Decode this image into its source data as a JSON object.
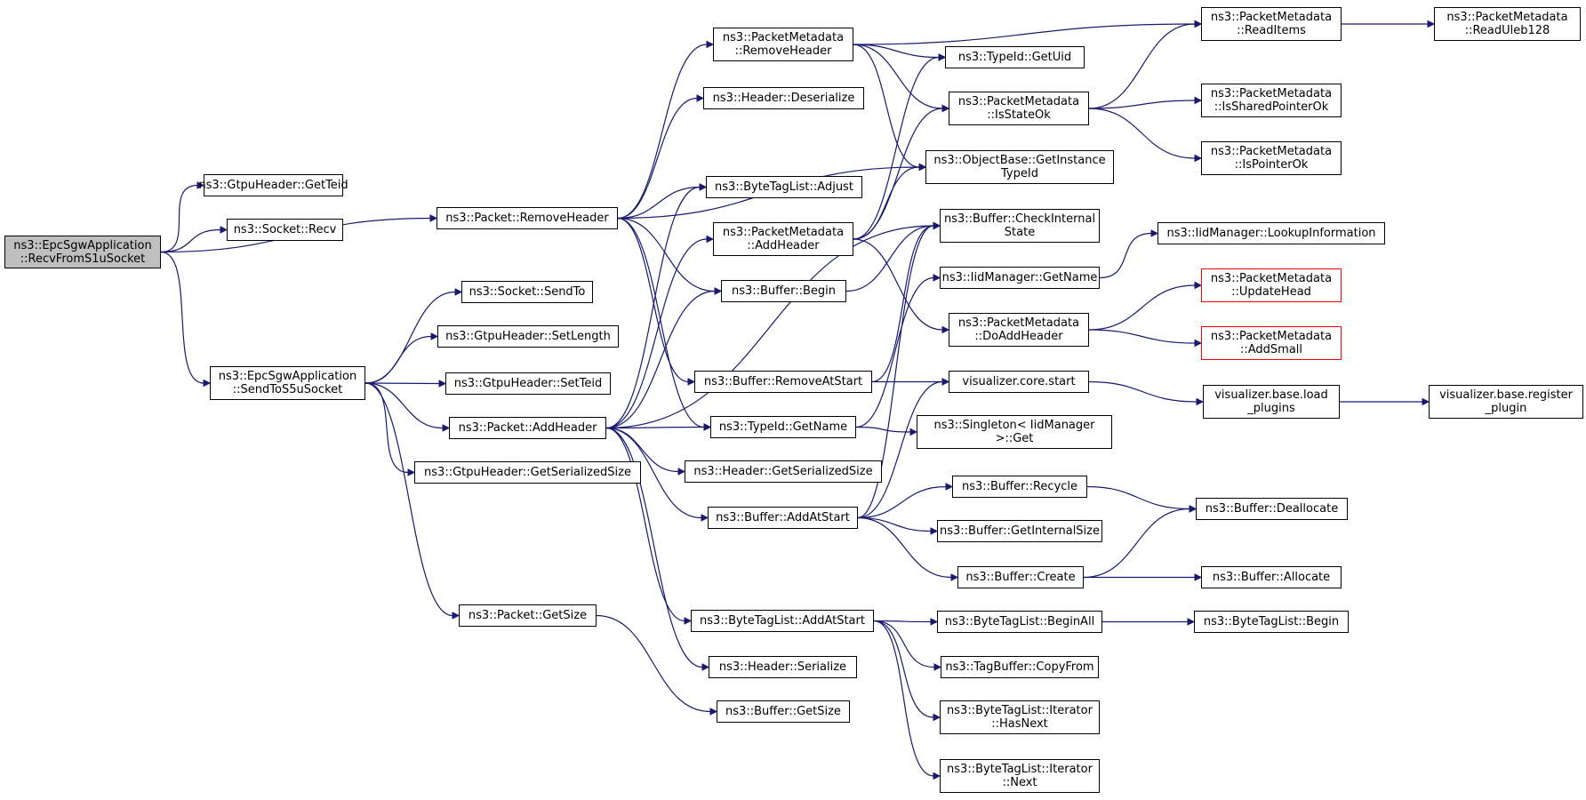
{
  "diagram": {
    "nodes": [
      {
        "id": "recv",
        "lines": [
          "ns3::EpcSgwApplication",
          "::RecvFromS1uSocket"
        ],
        "style": "root"
      },
      {
        "id": "gtpGetTeid",
        "lines": [
          "ns3::GtpuHeader::GetTeid"
        ]
      },
      {
        "id": "sockRecv",
        "lines": [
          "ns3::Socket::Recv"
        ]
      },
      {
        "id": "pktRemoveHeader",
        "lines": [
          "ns3::Packet::RemoveHeader"
        ]
      },
      {
        "id": "sendToS5u",
        "lines": [
          "ns3::EpcSgwApplication",
          "::SendToS5uSocket"
        ]
      },
      {
        "id": "sockSendTo",
        "lines": [
          "ns3::Socket::SendTo"
        ]
      },
      {
        "id": "gtpSetLength",
        "lines": [
          "ns3::GtpuHeader::SetLength"
        ]
      },
      {
        "id": "gtpSetTeid",
        "lines": [
          "ns3::GtpuHeader::SetTeid"
        ]
      },
      {
        "id": "pktAddHeader",
        "lines": [
          "ns3::Packet::AddHeader"
        ]
      },
      {
        "id": "gtpGetSerSize",
        "lines": [
          "ns3::GtpuHeader::GetSerializedSize"
        ]
      },
      {
        "id": "pktGetSize",
        "lines": [
          "ns3::Packet::GetSize"
        ]
      },
      {
        "id": "pmRemoveHeader",
        "lines": [
          "ns3::PacketMetadata",
          "::RemoveHeader"
        ]
      },
      {
        "id": "hdrDeserialize",
        "lines": [
          "ns3::Header::Deserialize"
        ]
      },
      {
        "id": "btlAdjust",
        "lines": [
          "ns3::ByteTagList::Adjust"
        ]
      },
      {
        "id": "pmAddHeader",
        "lines": [
          "ns3::PacketMetadata",
          "::AddHeader"
        ]
      },
      {
        "id": "bufBegin",
        "lines": [
          "ns3::Buffer::Begin"
        ]
      },
      {
        "id": "bufRemoveAtStart",
        "lines": [
          "ns3::Buffer::RemoveAtStart"
        ]
      },
      {
        "id": "typeGetName",
        "lines": [
          "ns3::TypeId::GetName"
        ]
      },
      {
        "id": "hdrGetSerSize",
        "lines": [
          "ns3::Header::GetSerializedSize"
        ]
      },
      {
        "id": "bufAddAtStart",
        "lines": [
          "ns3::Buffer::AddAtStart"
        ]
      },
      {
        "id": "btlAddAtStart",
        "lines": [
          "ns3::ByteTagList::AddAtStart"
        ]
      },
      {
        "id": "hdrSerialize",
        "lines": [
          "ns3::Header::Serialize"
        ]
      },
      {
        "id": "bufGetSize",
        "lines": [
          "ns3::Buffer::GetSize"
        ]
      },
      {
        "id": "typeGetUid",
        "lines": [
          "ns3::TypeId::GetUid"
        ]
      },
      {
        "id": "pmIsStateOk",
        "lines": [
          "ns3::PacketMetadata",
          "::IsStateOk"
        ]
      },
      {
        "id": "objGetInstance",
        "lines": [
          "ns3::ObjectBase::GetInstance",
          "TypeId"
        ]
      },
      {
        "id": "bufCheckInternal",
        "lines": [
          "ns3::Buffer::CheckInternal",
          "State"
        ]
      },
      {
        "id": "iidGetName",
        "lines": [
          "ns3::IidManager::GetName"
        ]
      },
      {
        "id": "pmDoAddHeader",
        "lines": [
          "ns3::PacketMetadata",
          "::DoAddHeader"
        ]
      },
      {
        "id": "vizCoreStart",
        "lines": [
          "visualizer.core.start"
        ]
      },
      {
        "id": "singletonGet",
        "lines": [
          "ns3::Singleton< IidManager",
          ">::Get"
        ]
      },
      {
        "id": "bufRecycle",
        "lines": [
          "ns3::Buffer::Recycle"
        ]
      },
      {
        "id": "bufGetInternalSize",
        "lines": [
          "ns3::Buffer::GetInternalSize"
        ]
      },
      {
        "id": "bufCreate",
        "lines": [
          "ns3::Buffer::Create"
        ]
      },
      {
        "id": "btlBeginAll",
        "lines": [
          "ns3::ByteTagList::BeginAll"
        ]
      },
      {
        "id": "tagCopyFrom",
        "lines": [
          "ns3::TagBuffer::CopyFrom"
        ]
      },
      {
        "id": "btlIterHasNext",
        "lines": [
          "ns3::ByteTagList::Iterator",
          "::HasNext"
        ]
      },
      {
        "id": "btlIterNext",
        "lines": [
          "ns3::ByteTagList::Iterator",
          "::Next"
        ]
      },
      {
        "id": "pmReadItems",
        "lines": [
          "ns3::PacketMetadata",
          "::ReadItems"
        ]
      },
      {
        "id": "pmIsSharedPtrOk",
        "lines": [
          "ns3::PacketMetadata",
          "::IsSharedPointerOk"
        ]
      },
      {
        "id": "pmIsPtrOk",
        "lines": [
          "ns3::PacketMetadata",
          "::IsPointerOk"
        ]
      },
      {
        "id": "iidLookupInfo",
        "lines": [
          "ns3::IidManager::LookupInformation"
        ]
      },
      {
        "id": "pmUpdateHead",
        "lines": [
          "ns3::PacketMetadata",
          "::UpdateHead"
        ],
        "style": "red"
      },
      {
        "id": "pmAddSmall",
        "lines": [
          "ns3::PacketMetadata",
          "::AddSmall"
        ],
        "style": "red"
      },
      {
        "id": "vizLoadPlugins",
        "lines": [
          "visualizer.base.load",
          "_plugins"
        ]
      },
      {
        "id": "bufDeallocate",
        "lines": [
          "ns3::Buffer::Deallocate"
        ]
      },
      {
        "id": "bufAllocate",
        "lines": [
          "ns3::Buffer::Allocate"
        ]
      },
      {
        "id": "btlBegin",
        "lines": [
          "ns3::ByteTagList::Begin"
        ]
      },
      {
        "id": "pmReadUleb128",
        "lines": [
          "ns3::PacketMetadata",
          "::ReadUleb128"
        ]
      },
      {
        "id": "vizRegisterPlugin",
        "lines": [
          "visualizer.base.register",
          "_plugin"
        ]
      }
    ],
    "edges": [
      [
        "recv",
        "gtpGetTeid"
      ],
      [
        "recv",
        "sockRecv"
      ],
      [
        "recv",
        "pktRemoveHeader"
      ],
      [
        "recv",
        "sendToS5u"
      ],
      [
        "sendToS5u",
        "sockSendTo"
      ],
      [
        "sendToS5u",
        "gtpSetLength"
      ],
      [
        "sendToS5u",
        "gtpSetTeid"
      ],
      [
        "sendToS5u",
        "pktAddHeader"
      ],
      [
        "sendToS5u",
        "gtpGetSerSize"
      ],
      [
        "sendToS5u",
        "pktGetSize"
      ],
      [
        "pktRemoveHeader",
        "pmRemoveHeader"
      ],
      [
        "pktRemoveHeader",
        "hdrDeserialize"
      ],
      [
        "pktRemoveHeader",
        "btlAdjust"
      ],
      [
        "pktRemoveHeader",
        "objGetInstance"
      ],
      [
        "pktRemoveHeader",
        "bufBegin"
      ],
      [
        "pktRemoveHeader",
        "bufRemoveAtStart"
      ],
      [
        "pktRemoveHeader",
        "typeGetName"
      ],
      [
        "pktAddHeader",
        "btlAdjust"
      ],
      [
        "pktAddHeader",
        "pmAddHeader"
      ],
      [
        "pktAddHeader",
        "bufBegin"
      ],
      [
        "pktAddHeader",
        "bufCheckInternal"
      ],
      [
        "pktAddHeader",
        "typeGetName"
      ],
      [
        "pktAddHeader",
        "hdrGetSerSize"
      ],
      [
        "pktAddHeader",
        "bufAddAtStart"
      ],
      [
        "pktAddHeader",
        "btlAddAtStart"
      ],
      [
        "pktAddHeader",
        "hdrSerialize"
      ],
      [
        "pktGetSize",
        "bufGetSize"
      ],
      [
        "pmRemoveHeader",
        "pmReadItems"
      ],
      [
        "pmRemoveHeader",
        "typeGetUid"
      ],
      [
        "pmRemoveHeader",
        "pmIsStateOk"
      ],
      [
        "pmRemoveHeader",
        "objGetInstance"
      ],
      [
        "pmAddHeader",
        "typeGetUid"
      ],
      [
        "pmAddHeader",
        "pmIsStateOk"
      ],
      [
        "pmAddHeader",
        "objGetInstance"
      ],
      [
        "pmAddHeader",
        "pmDoAddHeader"
      ],
      [
        "bufBegin",
        "bufCheckInternal"
      ],
      [
        "bufRemoveAtStart",
        "bufCheckInternal"
      ],
      [
        "bufRemoveAtStart",
        "vizCoreStart"
      ],
      [
        "typeGetName",
        "iidGetName"
      ],
      [
        "typeGetName",
        "singletonGet"
      ],
      [
        "bufAddAtStart",
        "bufCheckInternal"
      ],
      [
        "bufAddAtStart",
        "vizCoreStart"
      ],
      [
        "bufAddAtStart",
        "bufRecycle"
      ],
      [
        "bufAddAtStart",
        "bufGetInternalSize"
      ],
      [
        "bufAddAtStart",
        "bufCreate"
      ],
      [
        "btlAddAtStart",
        "btlBeginAll"
      ],
      [
        "btlAddAtStart",
        "tagCopyFrom"
      ],
      [
        "btlAddAtStart",
        "btlIterHasNext"
      ],
      [
        "btlAddAtStart",
        "btlIterNext"
      ],
      [
        "pmIsStateOk",
        "pmReadItems"
      ],
      [
        "pmIsStateOk",
        "pmIsSharedPtrOk"
      ],
      [
        "pmIsStateOk",
        "pmIsPtrOk"
      ],
      [
        "iidGetName",
        "iidLookupInfo"
      ],
      [
        "pmDoAddHeader",
        "pmUpdateHead"
      ],
      [
        "pmDoAddHeader",
        "pmAddSmall"
      ],
      [
        "vizCoreStart",
        "vizLoadPlugins"
      ],
      [
        "bufRecycle",
        "bufDeallocate"
      ],
      [
        "bufCreate",
        "bufDeallocate"
      ],
      [
        "bufCreate",
        "bufAllocate"
      ],
      [
        "btlBeginAll",
        "btlBegin"
      ],
      [
        "pmReadItems",
        "pmReadUleb128"
      ],
      [
        "vizLoadPlugins",
        "vizRegisterPlugin"
      ]
    ]
  }
}
